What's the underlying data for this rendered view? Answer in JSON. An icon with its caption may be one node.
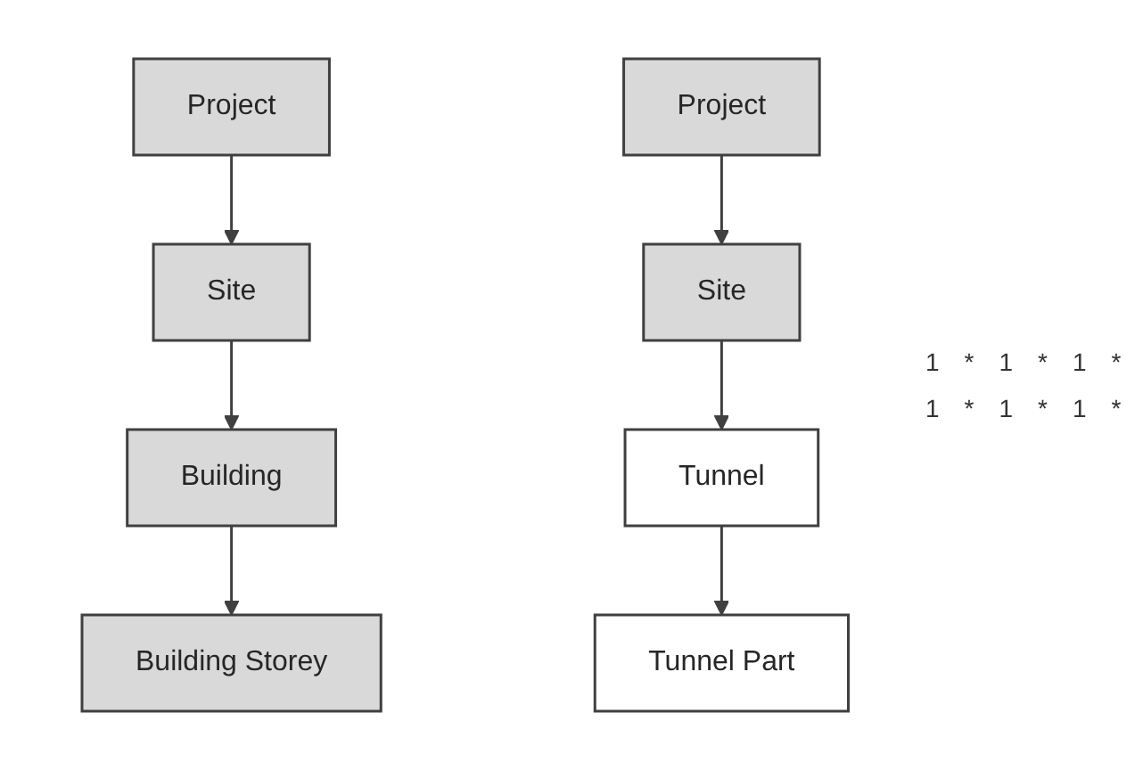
{
  "diagram": {
    "nodes": [
      {
        "text": [
          "Project"
        ]
      },
      {
        "text": [
          "Site"
        ]
      },
      {
        "text": [
          "Building"
        ]
      },
      {
        "text": [
          "Building Storey"
        ]
      },
      {
        "text": [
          "Project"
        ]
      },
      {
        "text": [
          "Site"
        ]
      },
      {
        "text": [
          "Tunnel"
        ]
      },
      {
        "text": [
          "Tunnel Part"
        ]
      }
    ],
    "edges": [
      {
        "from": 0,
        "to": 1,
        "arrow": "to"
      },
      {
        "from": 1,
        "to": 2,
        "arrow": "to"
      },
      {
        "from": 2,
        "to": 3,
        "arrow": "to"
      },
      {
        "from": 4,
        "to": 5,
        "arrow": "to"
      },
      {
        "from": 5,
        "to": 6,
        "arrow": "to"
      },
      {
        "from": 6,
        "to": 7,
        "arrow": "to"
      }
    ],
    "labels": [
      "1",
      "*",
      "1",
      "*",
      "1",
      "*",
      "1",
      "*",
      "1",
      "*",
      "1",
      "*"
    ]
  }
}
